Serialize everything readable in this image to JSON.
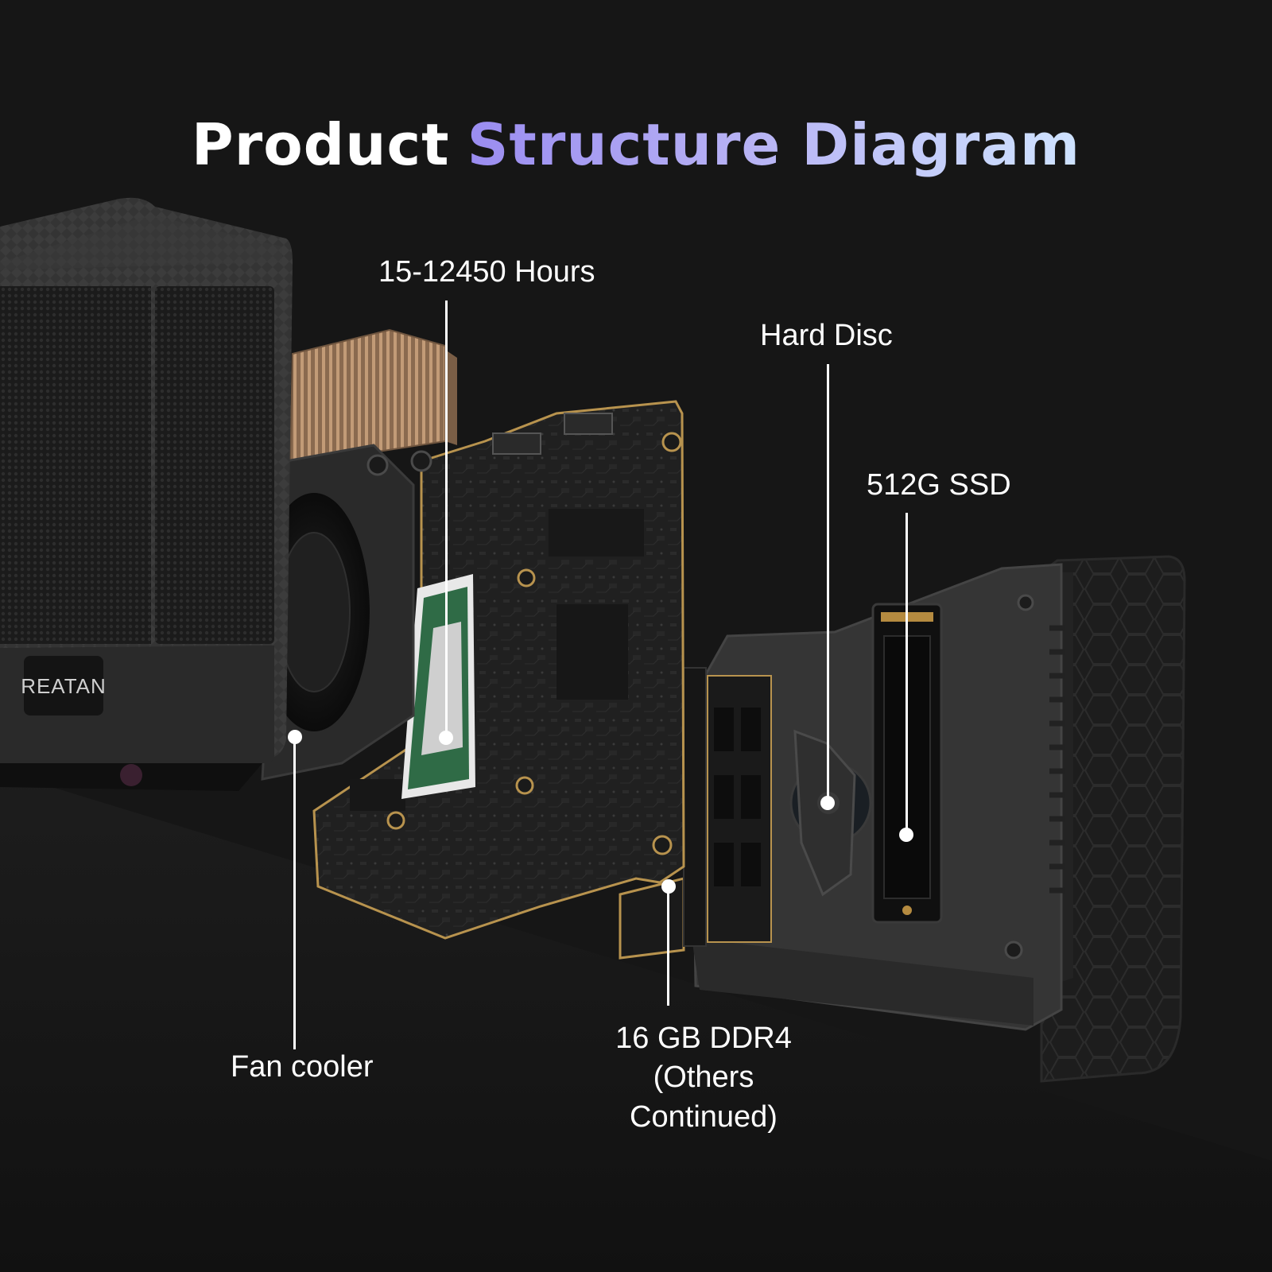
{
  "title": {
    "part1": "Product",
    "part2": "Structure Diagram"
  },
  "brand_logo": "REATAN",
  "callouts": {
    "cpu": "15-12450 Hours",
    "hard_disc": "Hard Disc",
    "ssd": "512G SSD",
    "fan": "Fan cooler",
    "ram_line1": "16 GB DDR4",
    "ram_line2": "(Others",
    "ram_line3": "Continued)"
  },
  "colors": {
    "background": "#161616",
    "title_gradient_start": "#9a8cf0",
    "title_gradient_end": "#cfe3ff",
    "heatsink": "#b08a67",
    "cpu_pcb": "#2f6b46"
  },
  "icons": [
    "fan-icon",
    "cpu-chip-icon",
    "ssd-icon",
    "ram-icon"
  ]
}
